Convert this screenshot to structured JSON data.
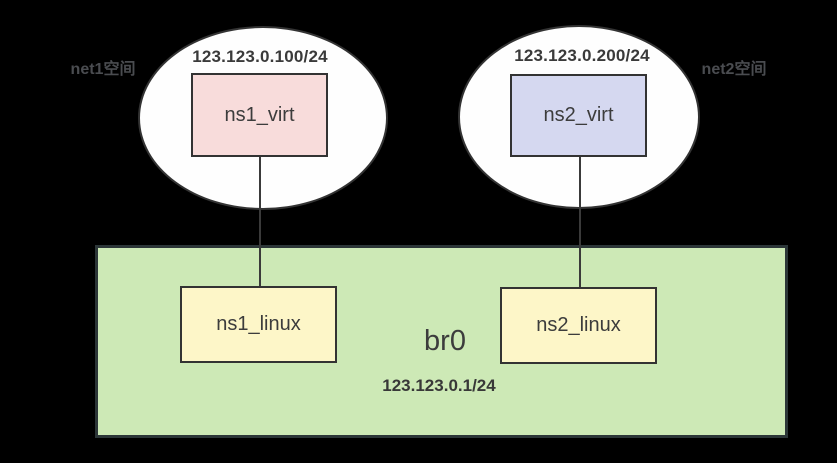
{
  "namespaces": [
    {
      "name": "net1空间",
      "ip": "123.123.0.100/24",
      "interface": "ns1_virt"
    },
    {
      "name": "net2空间",
      "ip": "123.123.0.200/24",
      "interface": "ns2_virt"
    }
  ],
  "bridge": {
    "name": "br0",
    "ip": "123.123.0.1/24",
    "interfaces": [
      "ns1_linux",
      "ns2_linux"
    ]
  },
  "colors": {
    "background": "#000000",
    "namespace_fill": "#fefefe",
    "ns1_virt_fill": "#f8dcdb",
    "ns2_virt_fill": "#d5d8f0",
    "linux_interface_fill": "#fdf6c8",
    "bridge_fill": "#cde9b6",
    "stroke": "#333333",
    "text": "#3c3c3c"
  }
}
